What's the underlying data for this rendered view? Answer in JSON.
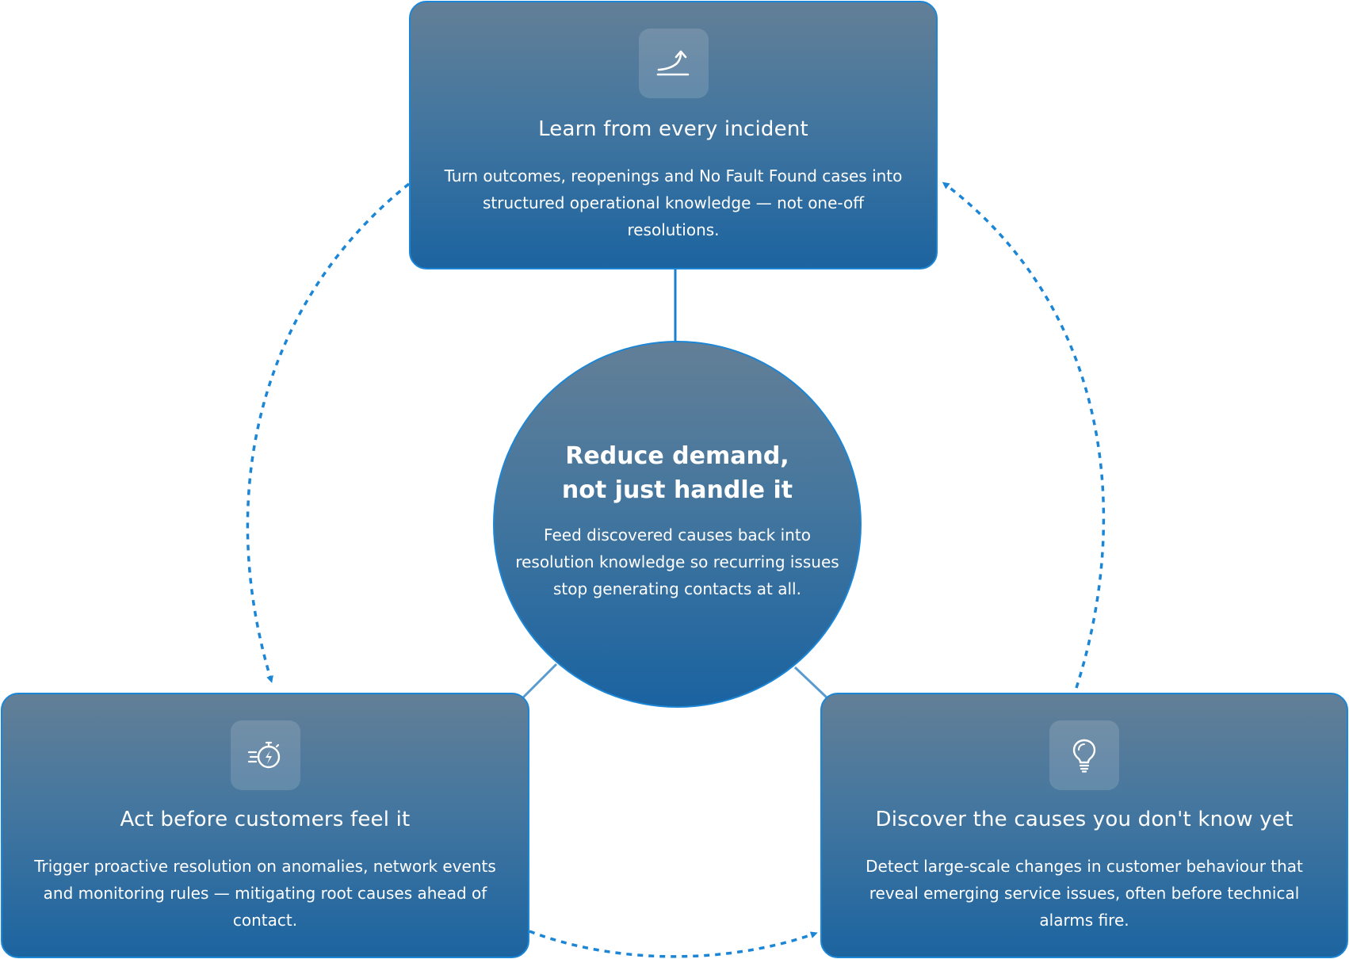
{
  "colors": {
    "accent": "#1c86d6",
    "card_top": "#637f97",
    "card_bottom": "#1c64a0",
    "text": "#ffffff"
  },
  "hub": {
    "title_line1": "Reduce demand,",
    "title_line2": "not just handle it",
    "description": "Feed discovered causes back into resolution knowledge so recurring issues stop generating contacts at all."
  },
  "cards": {
    "learn": {
      "icon": "trend-up-arrow-icon",
      "title": "Learn from every incident",
      "description": "Turn outcomes, reopenings and No Fault Found cases into structured operational knowledge — not one-off resolutions."
    },
    "act": {
      "icon": "stopwatch-lightning-icon",
      "title": "Act before customers feel it",
      "description": "Trigger proactive resolution on anomalies, network events and monitoring rules — mitigating root causes ahead of contact."
    },
    "discover": {
      "icon": "lightbulb-icon",
      "title": "Discover the causes you don't know yet",
      "description": "Detect large-scale changes in customer behaviour that reveal emerging service issues, often before technical alarms fire."
    }
  }
}
